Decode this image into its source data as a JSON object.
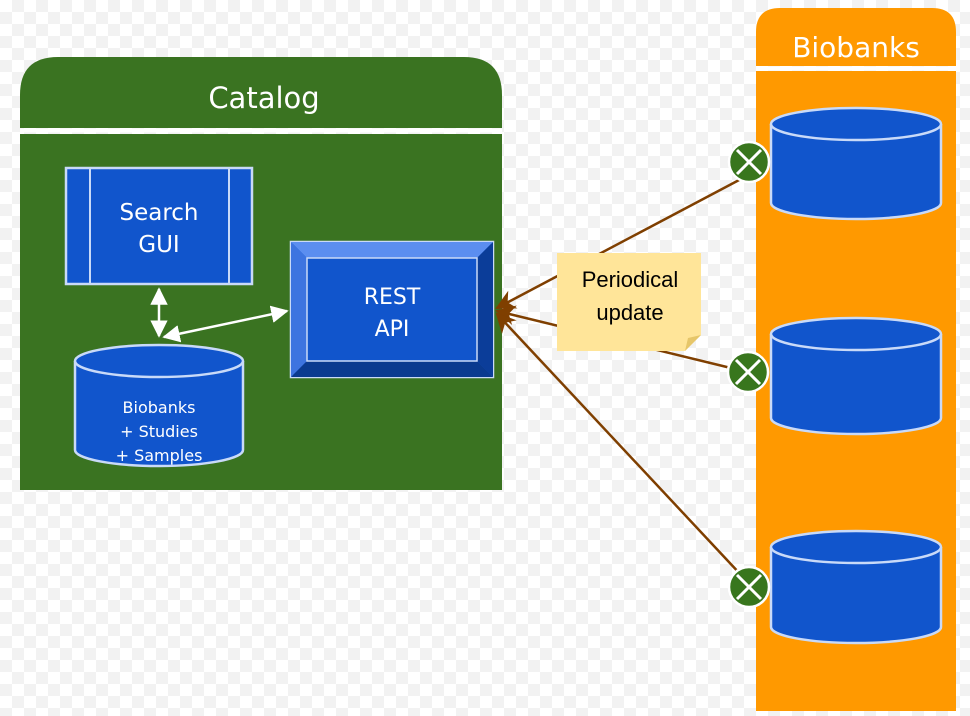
{
  "catalog": {
    "title": "Catalog",
    "search_gui": [
      "Search",
      "GUI"
    ],
    "rest_api": [
      "REST",
      "API"
    ],
    "database": [
      "Biobanks",
      "+ Studies",
      "+ Samples"
    ]
  },
  "biobanks": {
    "title": "Biobanks"
  },
  "note": {
    "lines": [
      "Periodical",
      "update"
    ]
  },
  "colors": {
    "catalog_green": "#3a7321",
    "biobanks_orange": "#ff9900",
    "node_blue": "#1155cc",
    "node_border": "#c9daf8",
    "arrow_brown": "#7f3f00",
    "note_yellow": "#ffe599",
    "connector_green": "#38761d"
  }
}
